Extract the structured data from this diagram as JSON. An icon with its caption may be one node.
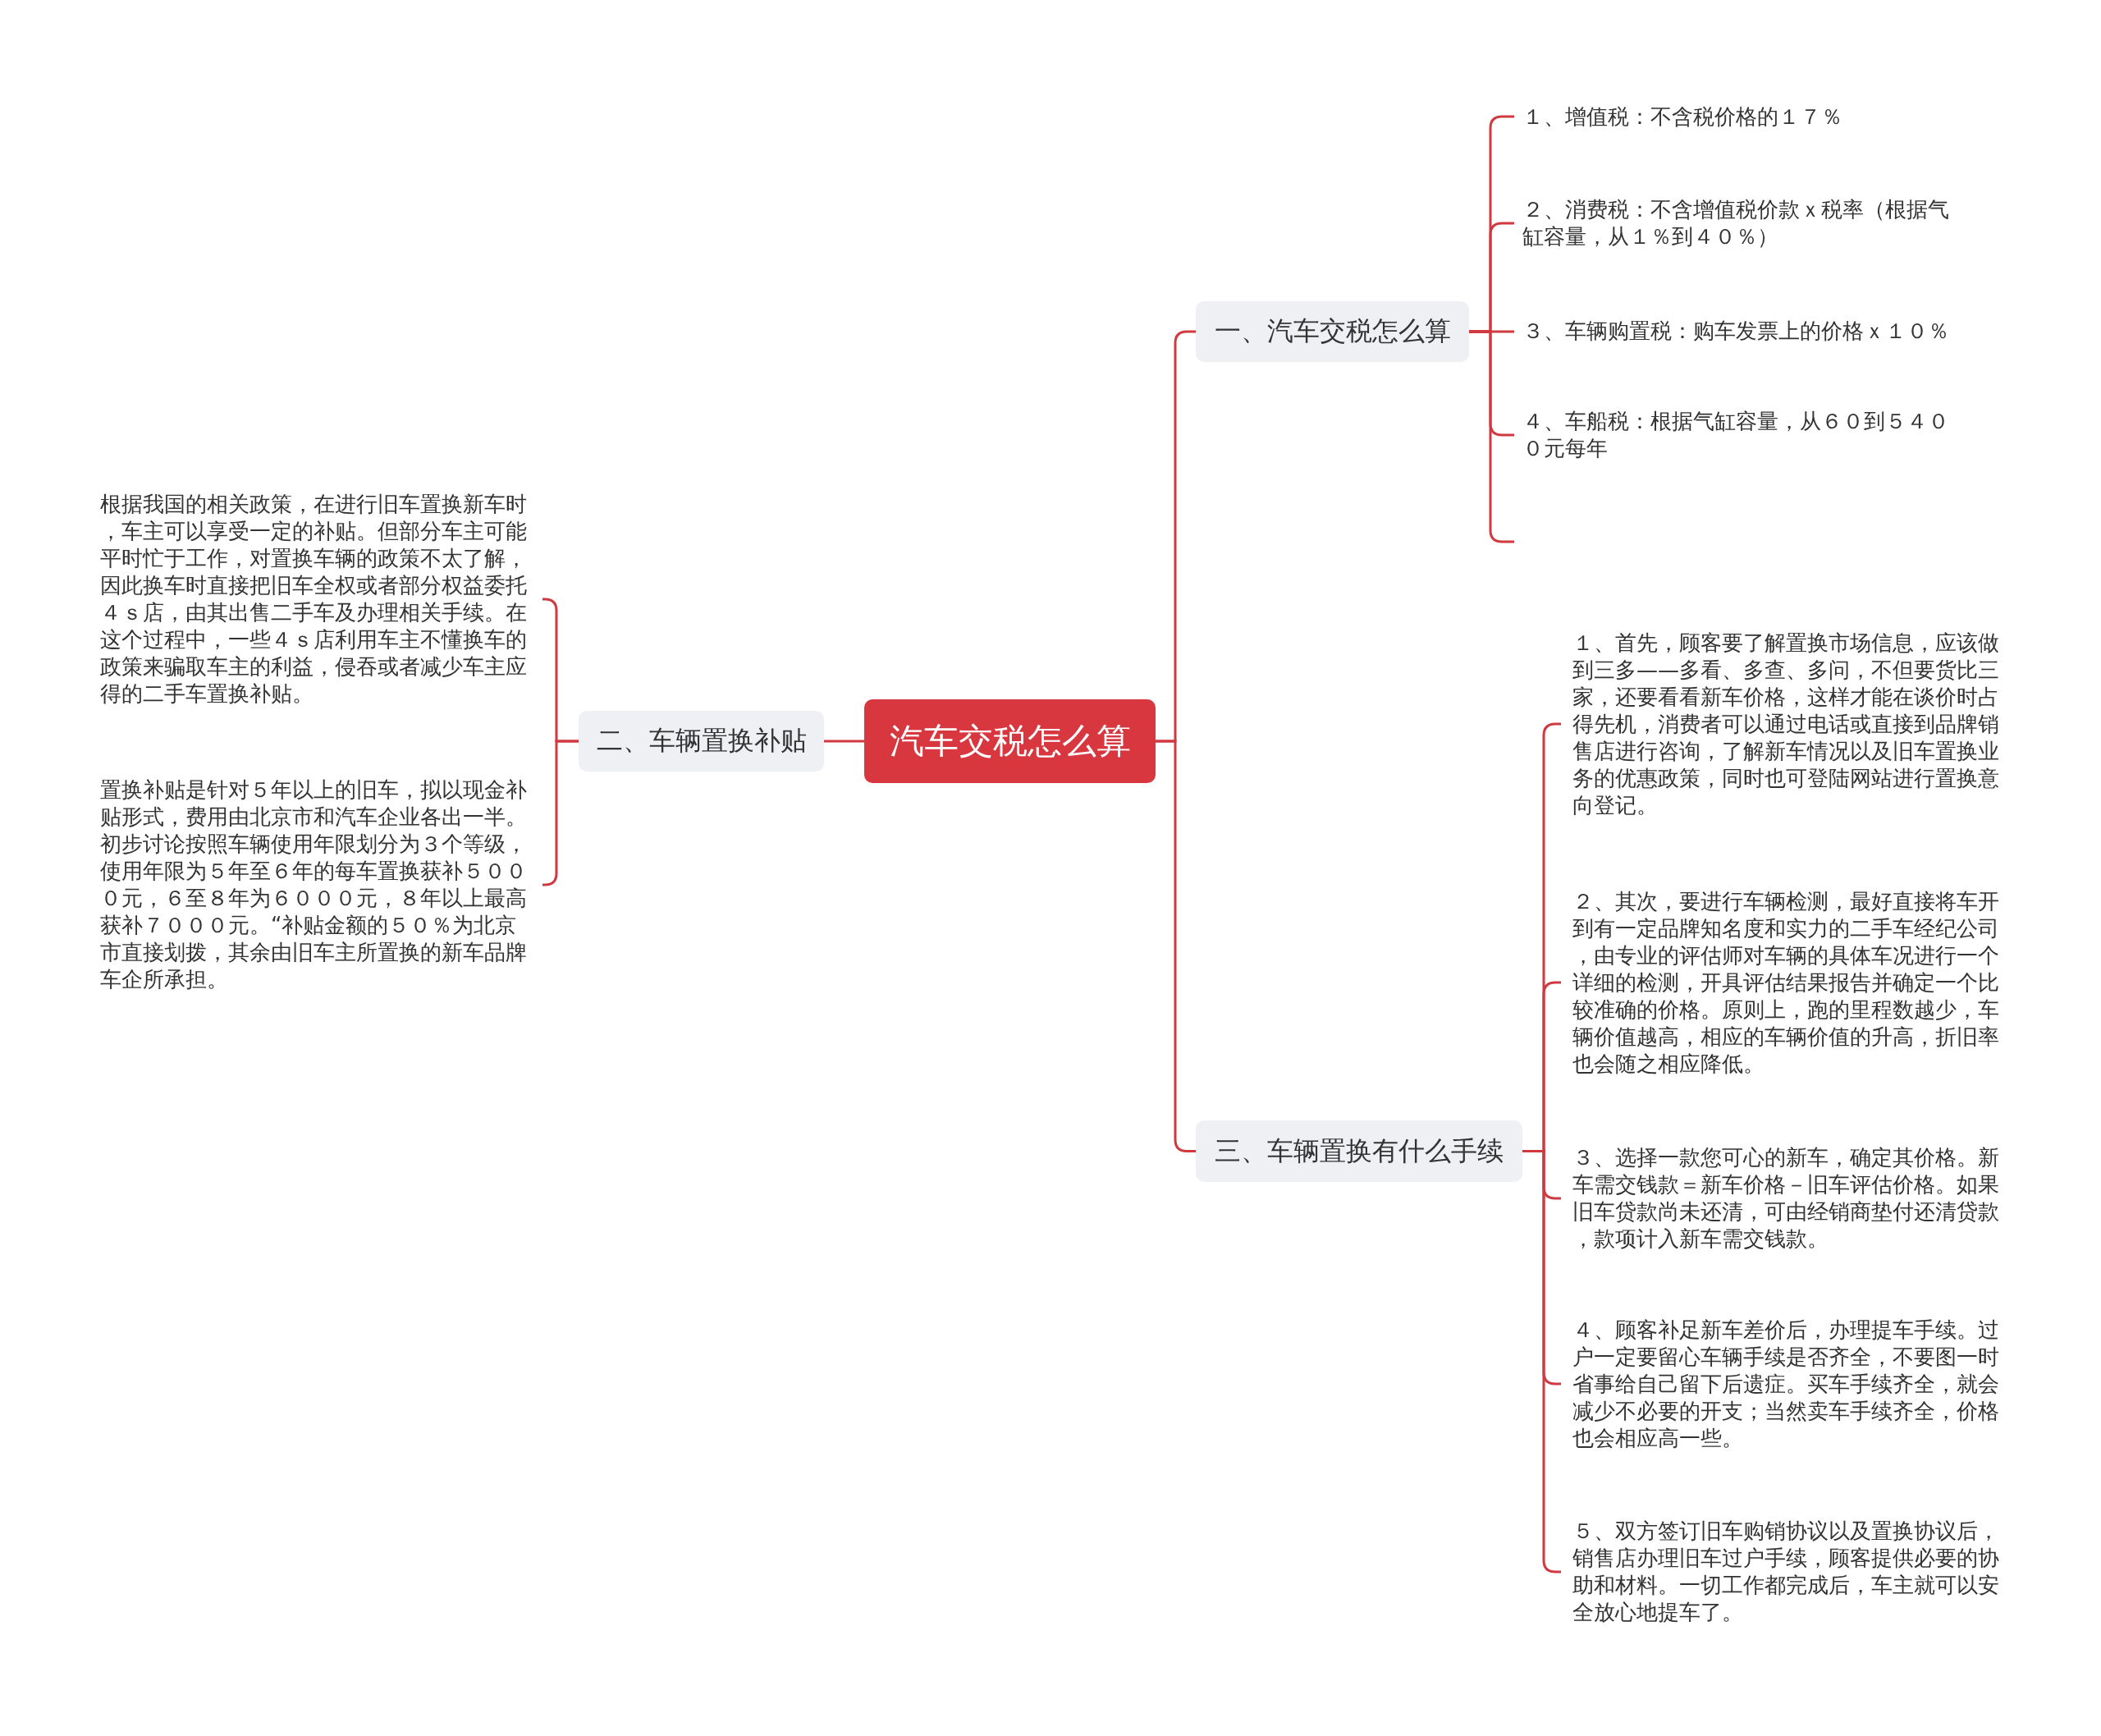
{
  "diagram": {
    "nodes": [
      {
        "text": [
          "汽车交税怎么算"
        ]
      },
      {
        "text": [
          "一、汽车交税怎么算"
        ]
      },
      {
        "text": [
          "１、增值税：不含税价格的１７％"
        ]
      },
      {
        "text": [
          "２、消费税：不含增值税价款ｘ税率（根据气缸容量，从１％到４０％）"
        ]
      },
      {
        "text": [
          "３、车辆购置税：购车发票上的价格ｘ１０％"
        ]
      },
      {
        "text": [
          "４、车船税：根据气缸容量，从６０到５４００元每年"
        ]
      },
      {
        "text": [
          "二、车辆置换补贴"
        ]
      },
      {
        "text": [
          "根据我国的相关政策，在进行旧车置换新车时，车主可以享受一定的补贴。但部分车主可能平时忙于工作，对置换车辆的政策不太了解，因此换车时直接把旧车全权或者部分权益委托４ｓ店，由其出售二手车及办理相关手续。在这个过程中，一些４ｓ店利用车主不懂换车的政策来骗取车主的利益，侵吞或者减少车主应得的二手车置换补贴。"
        ]
      },
      {
        "text": [
          "置换补贴是针对５年以上的旧车，拟以现金补贴形式，费用由北京市和汽车企业各出一半。初步讨论按照车辆使用年限划分为３个等级，使用年限为５年至６年的每车置换获补５０００元，６至８年为６０００元，８年以上最高获补７０００元。“补贴金额的５０％为北京市直接划拨，其余由旧车主所置换的新车品牌车企所承担。"
        ]
      },
      {
        "text": [
          "三、车辆置换有什么手续"
        ]
      },
      {
        "text": [
          "１、首先，顾客要了解置换市场信息，应该做到三多——多看、多查、多问，不但要货比三家，还要看看新车价格，这样才能在谈价时占得先机，消费者可以通过电话或直接到品牌销售店进行咨询，了解新车情况以及旧车置换业务的优惠政策，同时也可登陆网站进行置换意向登记。"
        ]
      },
      {
        "text": [
          "２、其次，要进行车辆检测，最好直接将车开到有一定品牌知名度和实力的二手车经纪公司，由专业的评估师对车辆的具体车况进行一个详细的检测，开具评估结果报告并确定一个比较准确的价格。原则上，跑的里程数越少，车辆价值越高，相应的车辆价值的升高，折旧率也会随之相应降低。"
        ]
      },
      {
        "text": [
          "３、选择一款您可心的新车，确定其价格。新车需交钱款＝新车价格－旧车评估价格。如果旧车贷款尚未还清，可由经销商垫付还清贷款，款项计入新车需交钱款。"
        ]
      },
      {
        "text": [
          "４、顾客补足新车差价后，办理提车手续。过户一定要留心车辆手续是否齐全，不要图一时省事给自己留下后遗症。买车手续齐全，就会减少不必要的开支；当然卖车手续齐全，价格也会相应高一些。"
        ]
      },
      {
        "text": [
          "５、双方签订旧车购销协议以及置换协议后，销售店办理旧车过户手续，顾客提供必要的协助和材料。一切工作都完成后，车主就可以安全放心地提车了。"
        ]
      }
    ],
    "edges": [
      {
        "from": 0,
        "to": 1,
        "arrow": "none"
      },
      {
        "from": 1,
        "to": 2,
        "arrow": "none"
      },
      {
        "from": 1,
        "to": 3,
        "arrow": "none"
      },
      {
        "from": 1,
        "to": 4,
        "arrow": "none"
      },
      {
        "from": 1,
        "to": 5,
        "arrow": "none"
      },
      {
        "from": 1,
        "to": null,
        "arrow": "none"
      },
      {
        "from": 0,
        "to": 6,
        "arrow": "none"
      },
      {
        "from": 6,
        "to": 7,
        "arrow": "none"
      },
      {
        "from": 6,
        "to": 8,
        "arrow": "none"
      },
      {
        "from": 0,
        "to": 9,
        "arrow": "none"
      },
      {
        "from": 9,
        "to": 10,
        "arrow": "none"
      },
      {
        "from": 9,
        "to": 11,
        "arrow": "none"
      },
      {
        "from": 9,
        "to": 12,
        "arrow": "none"
      },
      {
        "from": 9,
        "to": 13,
        "arrow": "none"
      },
      {
        "from": 9,
        "to": 14,
        "arrow": "none"
      }
    ]
  }
}
